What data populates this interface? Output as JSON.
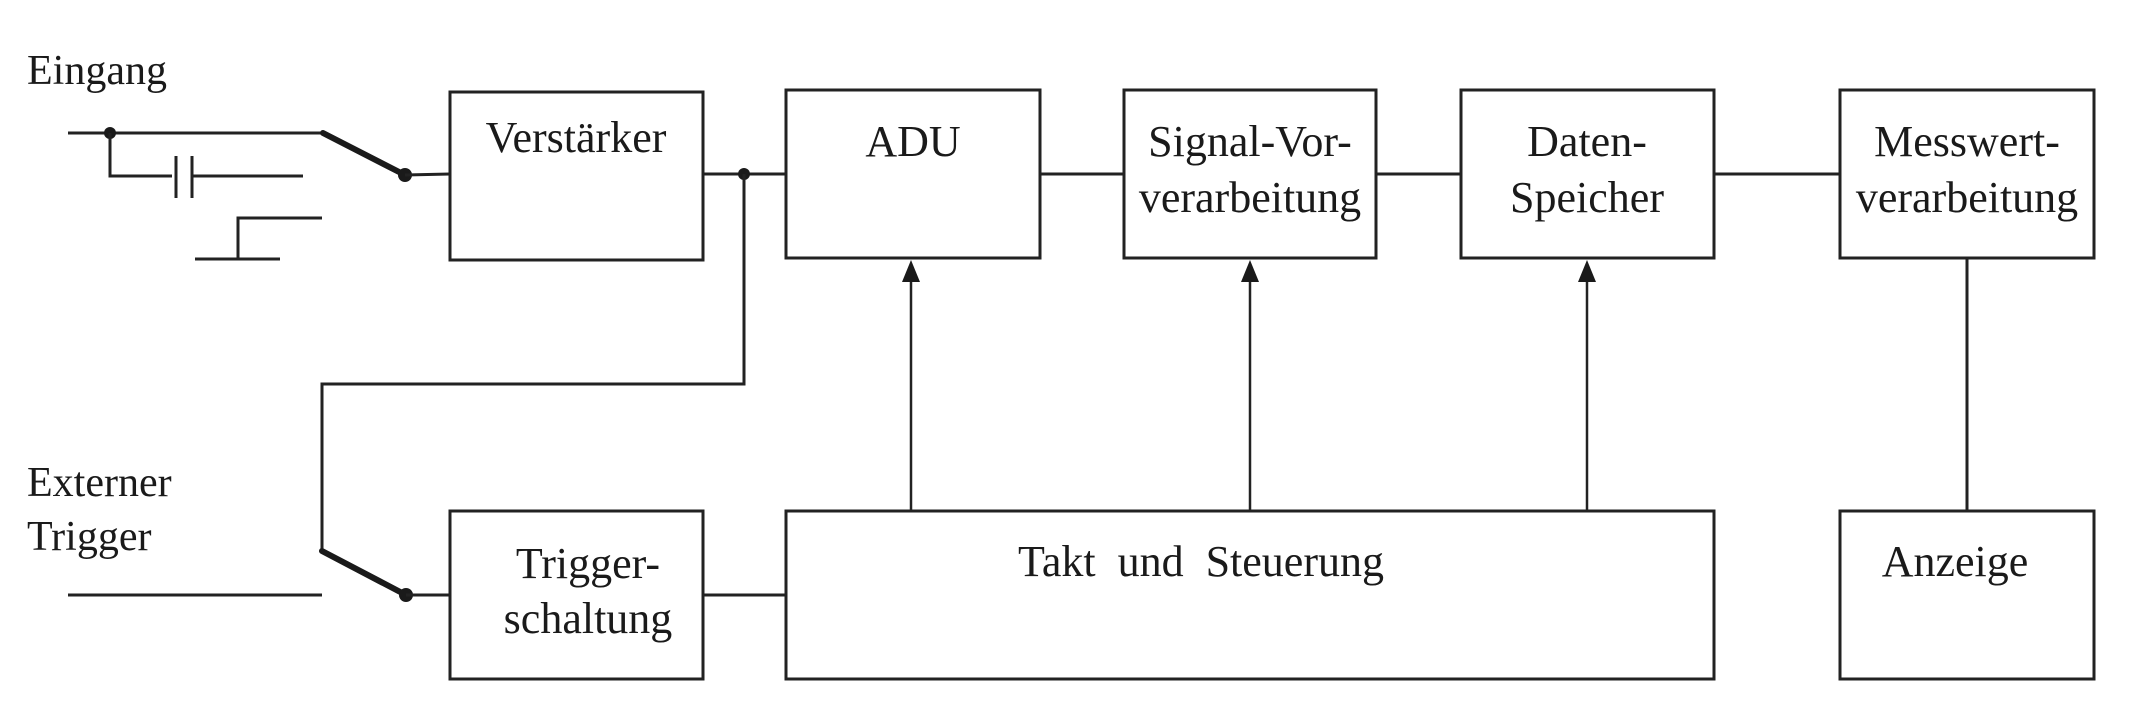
{
  "diagram": {
    "type": "block-diagram",
    "description": "Digital storage oscilloscope / data acquisition block diagram",
    "inputs": {
      "eingang": "Eingang",
      "externer_trigger_line1": "Externer",
      "externer_trigger_line2": "Trigger"
    },
    "blocks": {
      "verstaerker": {
        "label": "Verstärker"
      },
      "adu": {
        "label": "ADU"
      },
      "signal_vorverarbeitung": {
        "line1": "Signal-Vor-",
        "line2": "verarbeitung"
      },
      "daten_speicher": {
        "line1": "Daten-",
        "line2": "Speicher"
      },
      "messwertverarbeitung": {
        "line1": "Messwert-",
        "line2": "verarbeitung"
      },
      "triggerschaltung": {
        "line1": "Trigger-",
        "line2": "schaltung"
      },
      "takt_und_steuerung": {
        "label": "Takt  und  Steuerung"
      },
      "anzeige": {
        "label": "Anzeige"
      }
    },
    "connections": [
      {
        "from": "Eingang",
        "to": "Verstärker",
        "via": "input-coupling-switch (DC / AC / GND)"
      },
      {
        "from": "Verstärker",
        "to": "ADU"
      },
      {
        "from": "Verstärker",
        "to": "trigger-source-switch",
        "kind": "internal trigger tap"
      },
      {
        "from": "ADU",
        "to": "Signal-Vorverarbeitung"
      },
      {
        "from": "Signal-Vorverarbeitung",
        "to": "Daten-Speicher"
      },
      {
        "from": "Daten-Speicher",
        "to": "Messwertverarbeitung"
      },
      {
        "from": "Externer Trigger",
        "to": "Triggerschaltung",
        "via": "trigger-source-switch"
      },
      {
        "from": "Triggerschaltung",
        "to": "Takt und Steuerung"
      },
      {
        "from": "Takt und Steuerung",
        "to": "ADU",
        "kind": "arrow"
      },
      {
        "from": "Takt und Steuerung",
        "to": "Signal-Vorverarbeitung",
        "kind": "arrow"
      },
      {
        "from": "Takt und Steuerung",
        "to": "Daten-Speicher",
        "kind": "arrow"
      },
      {
        "from": "Messwertverarbeitung",
        "to": "Anzeige"
      }
    ],
    "colors": {
      "line": "#222222",
      "background": "#ffffff"
    }
  }
}
